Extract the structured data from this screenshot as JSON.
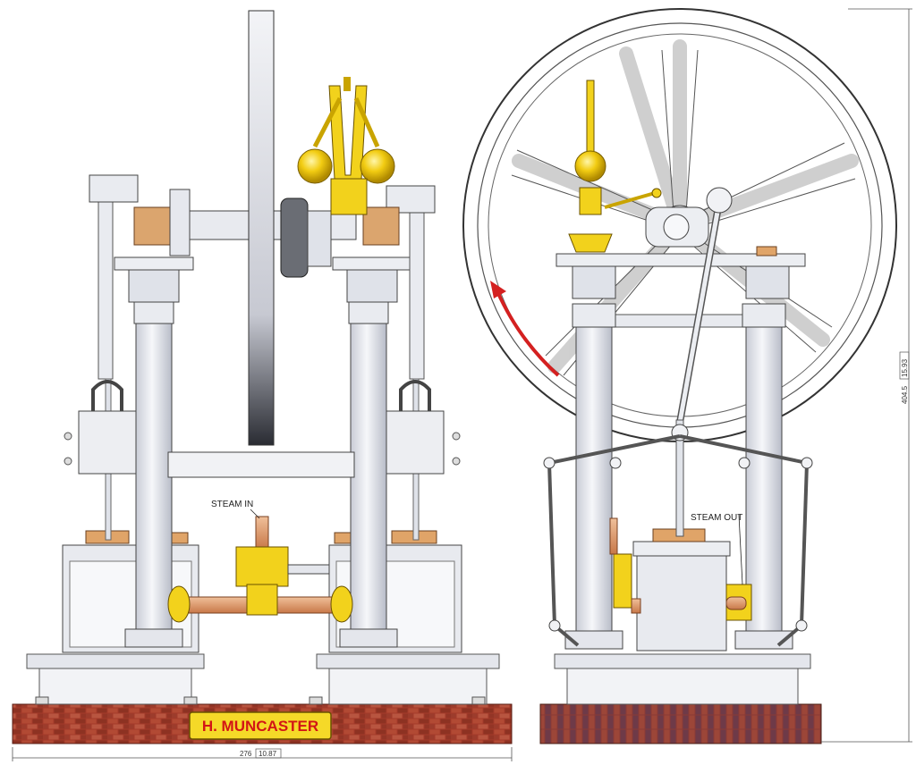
{
  "drawing": {
    "labels": {
      "steam_in": "STEAM IN",
      "steam_out": "STEAM OUT"
    },
    "plaque_text": "H. MUNCASTER",
    "dimensions": {
      "width_mm": "276",
      "width_in": "10.87",
      "height_mm": "404.5",
      "height_in": "15.93"
    },
    "colors": {
      "brick": "#a43a2a",
      "brass": "#f2d21c",
      "copper": "#d8956a",
      "steel": "#e6e8ee",
      "flywheel_arrow": "#d42020",
      "plaque_bg": "#f5d928"
    }
  }
}
